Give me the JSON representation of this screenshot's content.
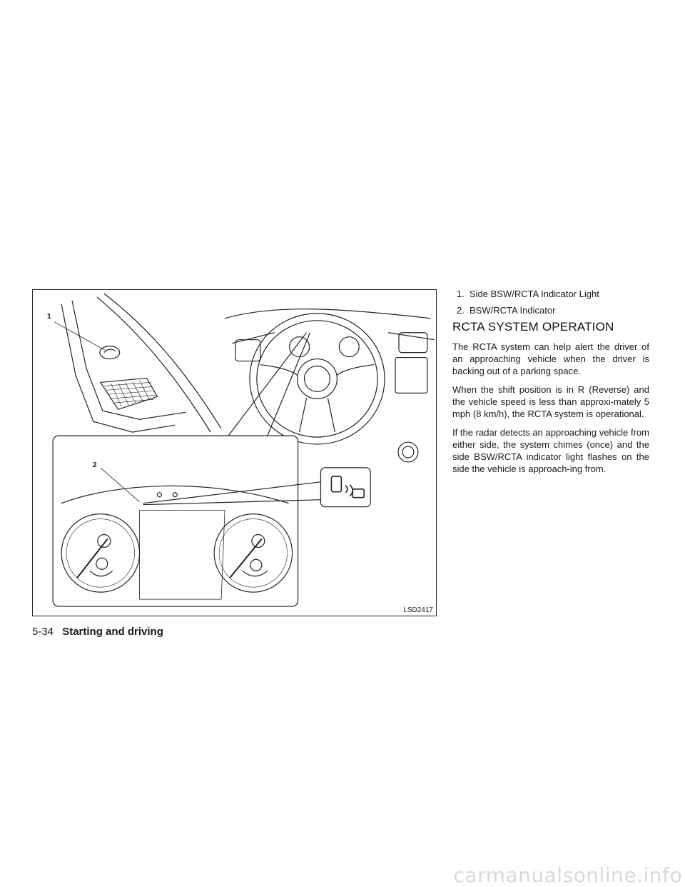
{
  "figure": {
    "code": "LSD2417",
    "callout_1": "1",
    "callout_2": "2"
  },
  "legend": [
    {
      "num": "1.",
      "text": "Side BSW/RCTA Indicator Light"
    },
    {
      "num": "2.",
      "text": "BSW/RCTA Indicator"
    }
  ],
  "section": {
    "title": "RCTA SYSTEM OPERATION",
    "paragraphs": [
      "The RCTA system can help alert the driver of an approaching vehicle when the driver is backing out of a parking space.",
      "When the shift position is in R (Reverse) and the vehicle speed is less than approxi-mately 5 mph (8 km/h), the RCTA system is operational.",
      "If the radar detects an approaching vehicle from either side, the system chimes (once) and the side BSW/RCTA indicator light flashes on the side the vehicle is approach-ing from."
    ]
  },
  "footer": {
    "page_number": "5-34",
    "chapter": "Starting and driving"
  },
  "watermark": "carmanualsonline.info"
}
